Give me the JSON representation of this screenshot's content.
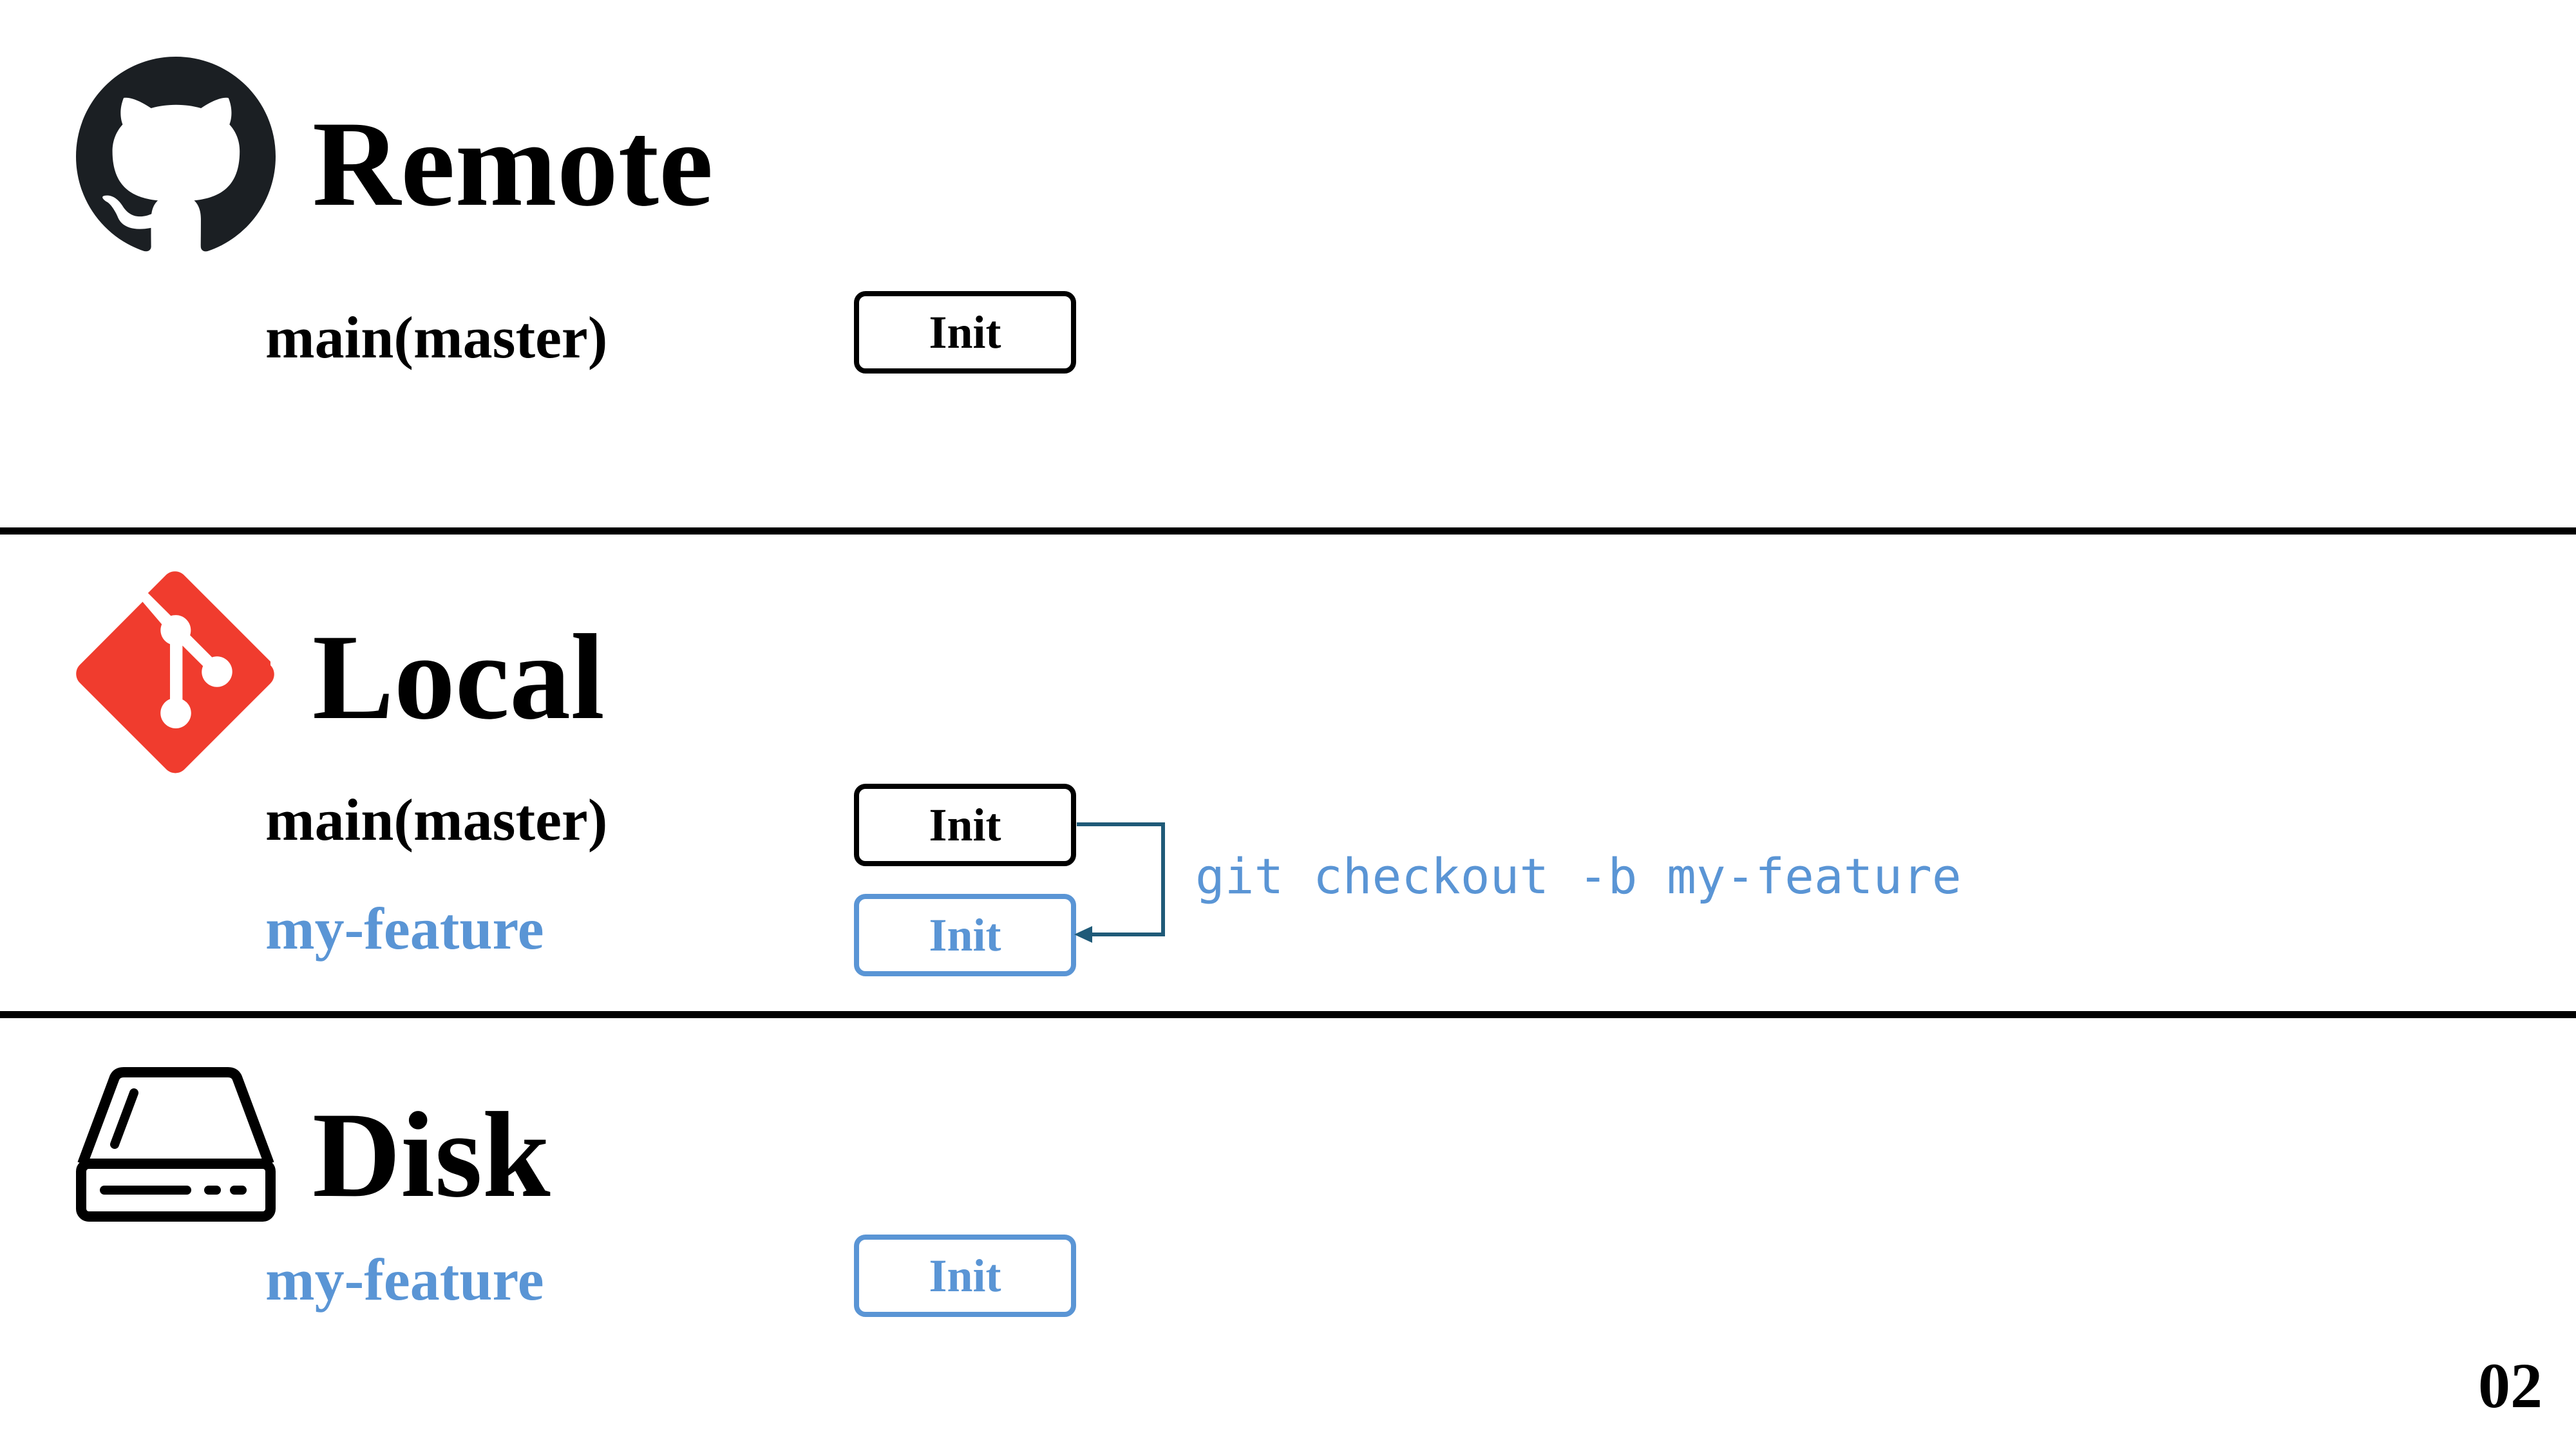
{
  "colors": {
    "main": "#000000",
    "feature": "#5a95d5",
    "arrow": "#1f5a78",
    "git_logo": "#f03c2e",
    "github_logo": "#1b1f23"
  },
  "sections": {
    "remote": {
      "title": "Remote",
      "icon": "github-icon",
      "branches": [
        {
          "name": "main(master)",
          "commit": "Init"
        }
      ]
    },
    "local": {
      "title": "Local",
      "icon": "git-icon",
      "branches": [
        {
          "name": "main(master)",
          "commit": "Init"
        },
        {
          "name": "my-feature",
          "commit": "Init"
        }
      ],
      "command": "git checkout -b my-feature"
    },
    "disk": {
      "title": "Disk",
      "icon": "hard-drive-icon",
      "branches": [
        {
          "name": "my-feature",
          "commit": "Init"
        }
      ]
    }
  },
  "page_number": "02"
}
